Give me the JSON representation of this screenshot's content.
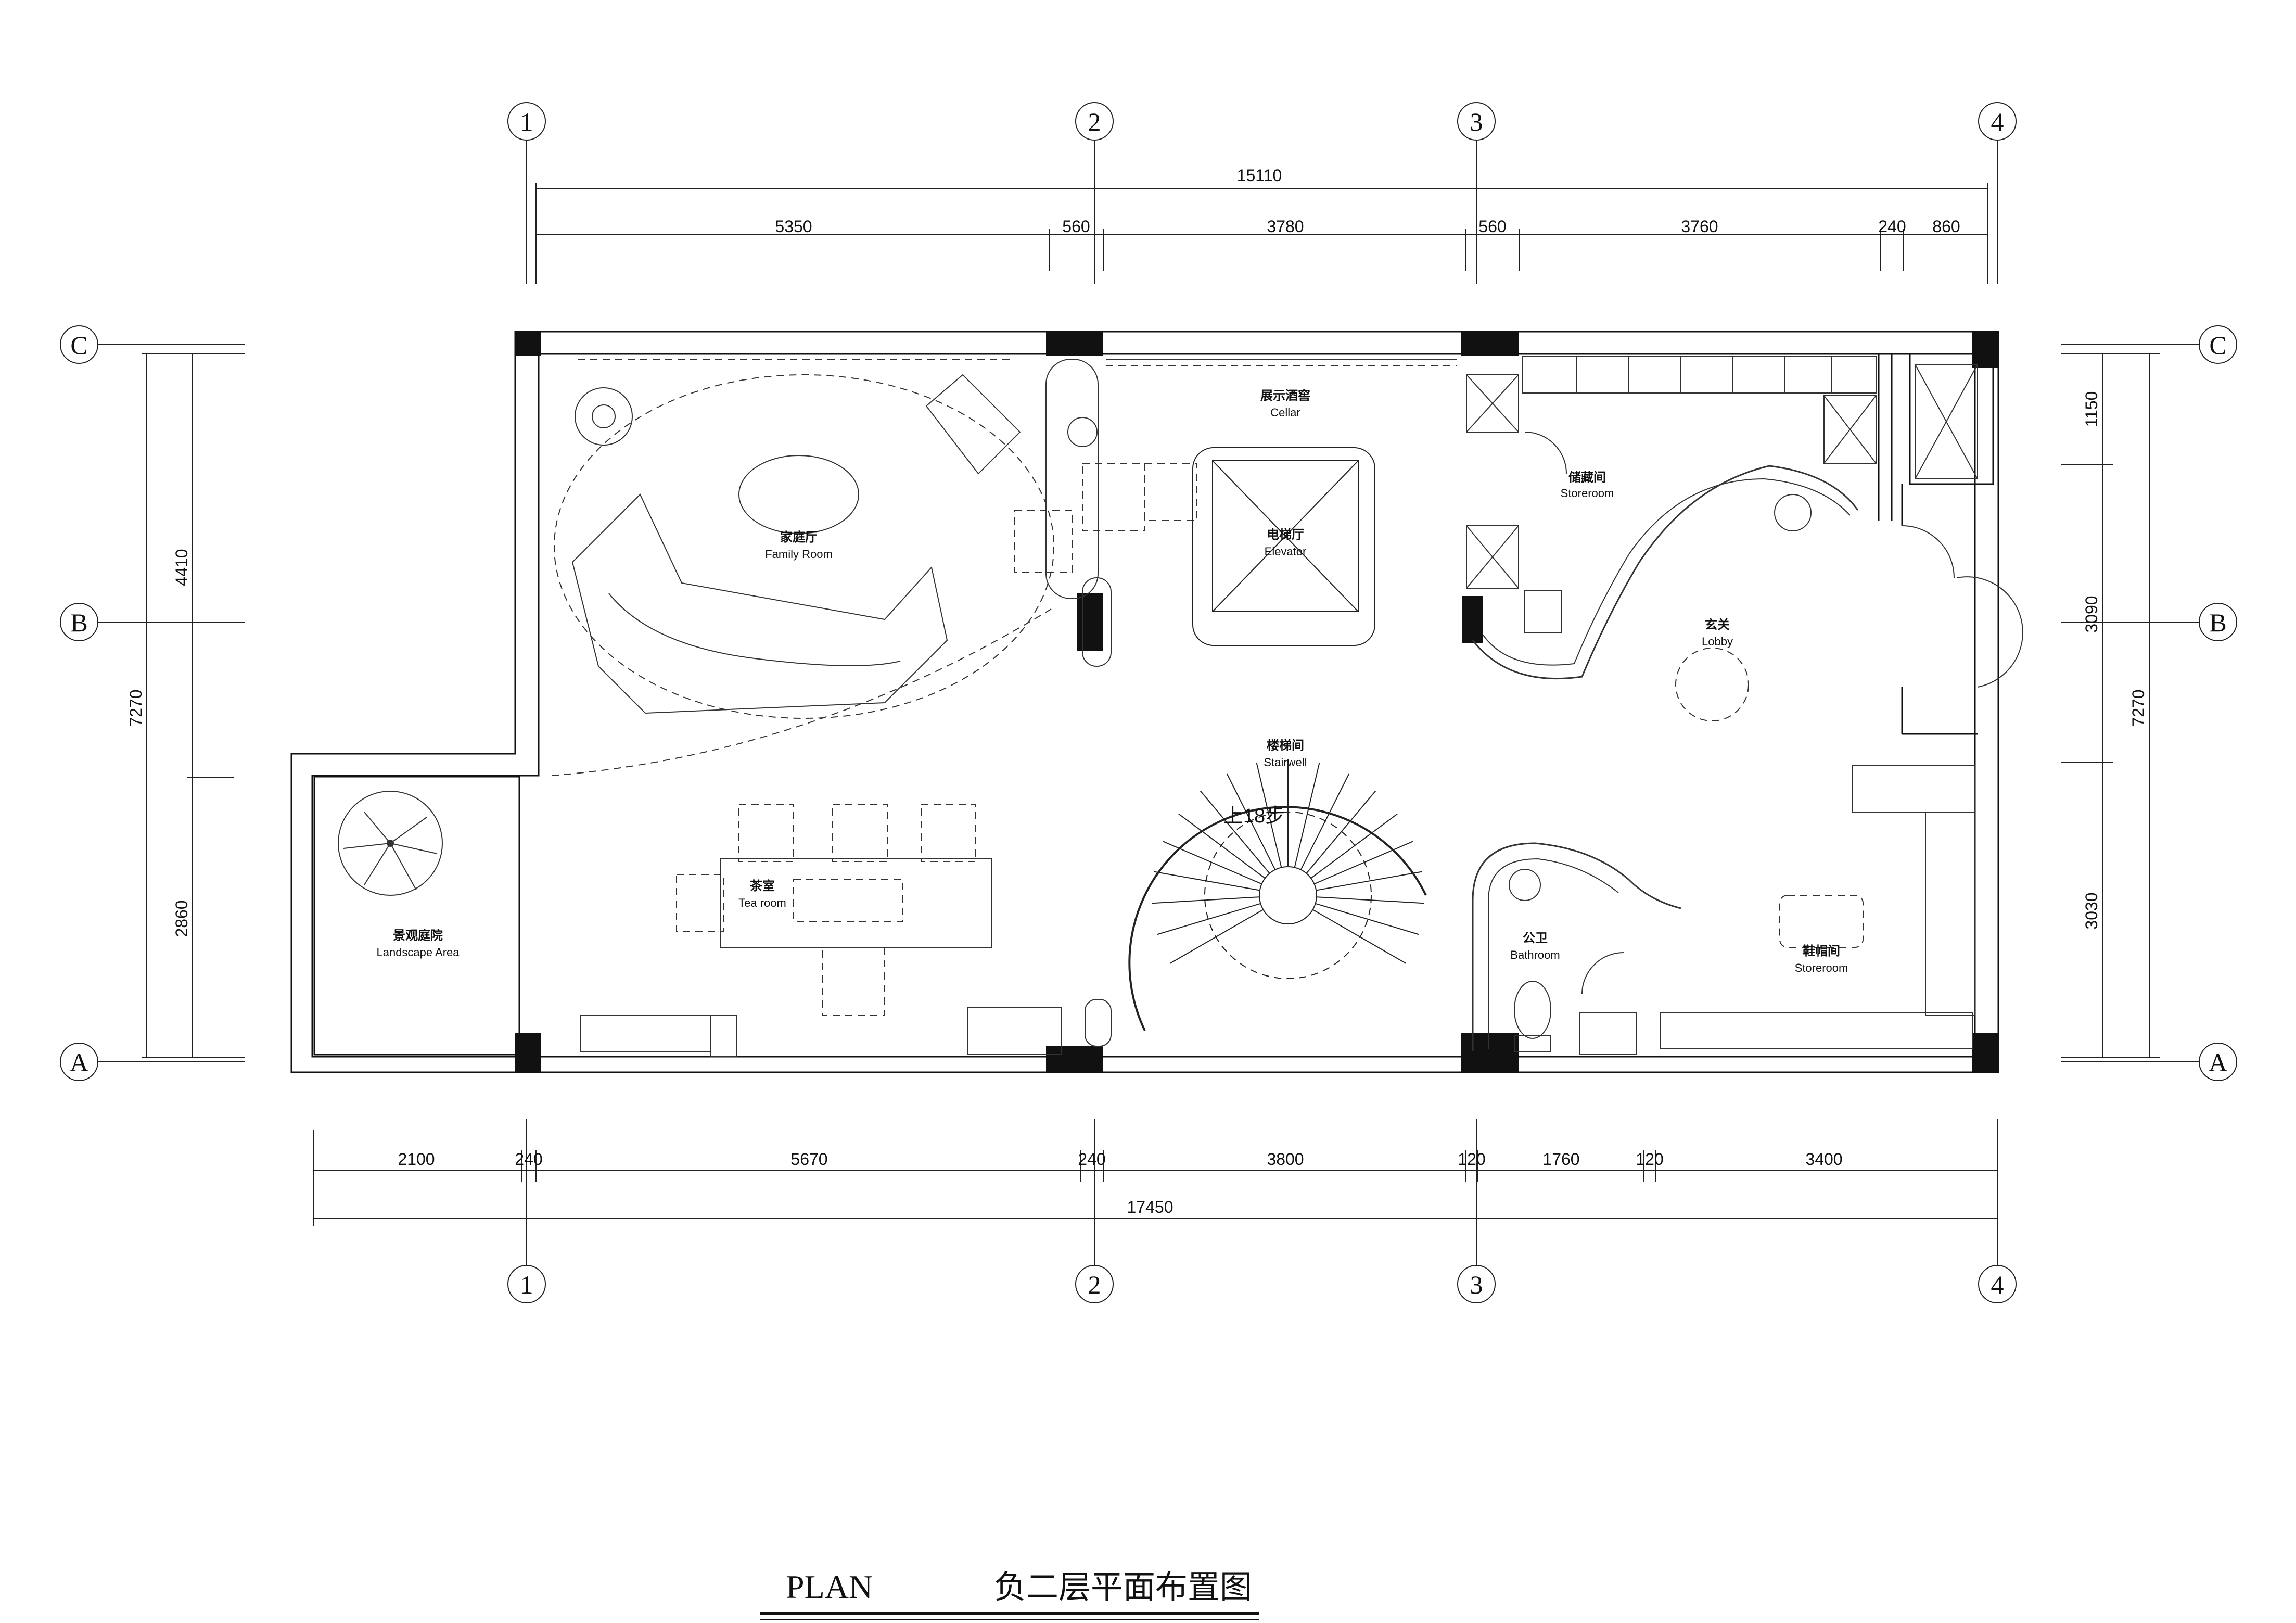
{
  "drawing": {
    "title_en": "PLAN",
    "title_zh": "负二层平面布置图"
  },
  "axes": {
    "columns": [
      "1",
      "2",
      "3",
      "4"
    ],
    "rows": [
      "C",
      "B",
      "A"
    ]
  },
  "dimensions": {
    "top_total": "15110",
    "top_segments": [
      "5350",
      "560",
      "3780",
      "560",
      "3760",
      "240",
      "860"
    ],
    "bottom_segments": [
      "2100",
      "240",
      "5670",
      "240",
      "3800",
      "120",
      "1760",
      "120",
      "3400"
    ],
    "bottom_total": "17450",
    "left_segments": [
      "4410",
      "2860"
    ],
    "left_total": "7270",
    "right_segments": [
      "1150",
      "3090",
      "3030"
    ],
    "right_total": "7270"
  },
  "rooms": {
    "family_room": {
      "zh": "家庭厅",
      "en": "Family Room"
    },
    "cellar": {
      "zh": "展示酒窖",
      "en": "Cellar"
    },
    "elevator": {
      "zh": "电梯厅",
      "en": "Elevator"
    },
    "storeroom_top": {
      "zh": "储藏间",
      "en": "Storeroom"
    },
    "lobby": {
      "zh": "玄关",
      "en": "Lobby"
    },
    "stairwell": {
      "zh": "楼梯间",
      "en": "Stairwell"
    },
    "tea_room": {
      "zh": "茶室",
      "en": "Tea room"
    },
    "landscape": {
      "zh": "景观庭院",
      "en": "Landscape Area"
    },
    "bathroom": {
      "zh": "公卫",
      "en": "Bathroom"
    },
    "shoe_storeroom": {
      "zh": "鞋帽间",
      "en": "Storeroom"
    }
  },
  "stair": {
    "label": "上18步"
  }
}
